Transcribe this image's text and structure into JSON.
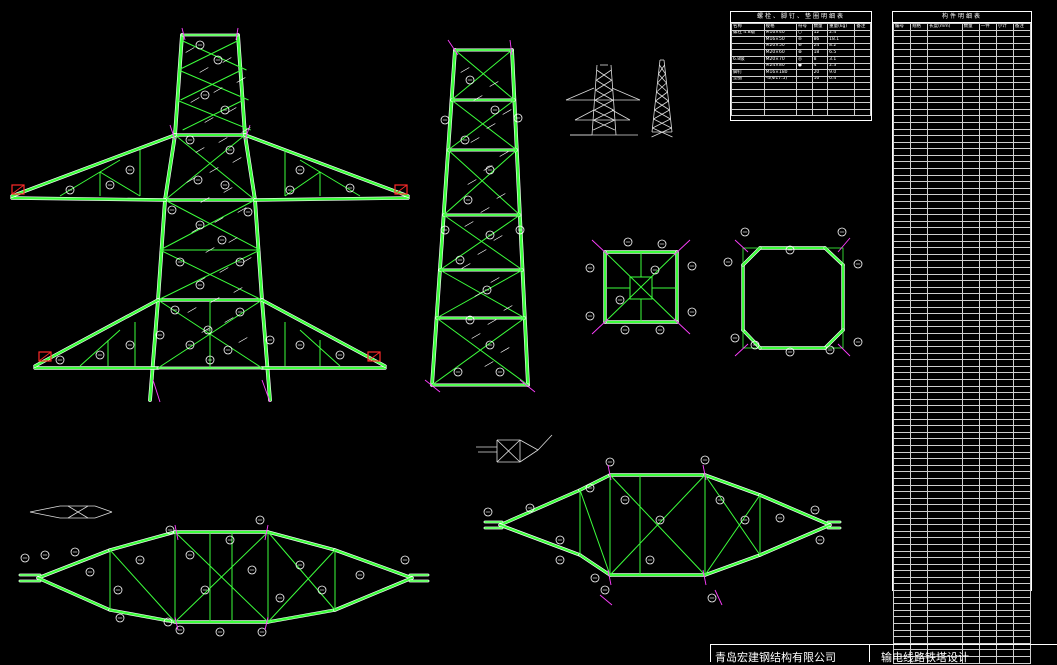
{
  "drawing": {
    "company": "青岛宏建钢结构有限公司",
    "project": "输电线路铁塔设计"
  },
  "bolt_table": {
    "title": "螺栓、脚钉、垫圈明细表",
    "headers": [
      "名称",
      "规格",
      "符号",
      "数量",
      "重量(kg)",
      "备注"
    ],
    "rows": [
      [
        "螺栓 4.8级",
        "M16×40",
        "○",
        "12",
        "2.4",
        ""
      ],
      [
        "",
        "M16×50",
        "⊖",
        "86",
        "18.1",
        ""
      ],
      [
        "",
        "M20×50",
        "⊕",
        "24",
        "8.2",
        ""
      ],
      [
        "",
        "M20×60",
        "⊗",
        "18",
        "6.5",
        ""
      ],
      [
        "6.8级",
        "M20×70",
        "◎",
        "8",
        "3.1",
        ""
      ],
      [
        "",
        "M24×80",
        "●",
        "4",
        "2.3",
        ""
      ],
      [
        "脚钉",
        "M16×180",
        "",
        "20",
        "9.0",
        ""
      ],
      [
        "垫圈",
        "-4(Φ17.5)",
        "",
        "16",
        "0.4",
        ""
      ]
    ]
  },
  "parts_table": {
    "title": "构件明细表",
    "headers": [
      "编号",
      "规格",
      "长度(mm)",
      "数量",
      "一件",
      "小计",
      "备注"
    ]
  },
  "views": {
    "main_elevation": "tower-head-front-view",
    "side_elevation": "tower-body-side-view",
    "section_small": "section-square-a",
    "section_large": "section-octagon-b",
    "crossarm_lower": "crossarm-plan-lower",
    "crossarm_upper": "crossarm-plan-upper"
  },
  "colors": {
    "member": "#3cff3c",
    "member_outline": "#ffffff",
    "marker": "#ff3fff",
    "attach": "#ff2a2a",
    "text": "#ffffff"
  }
}
